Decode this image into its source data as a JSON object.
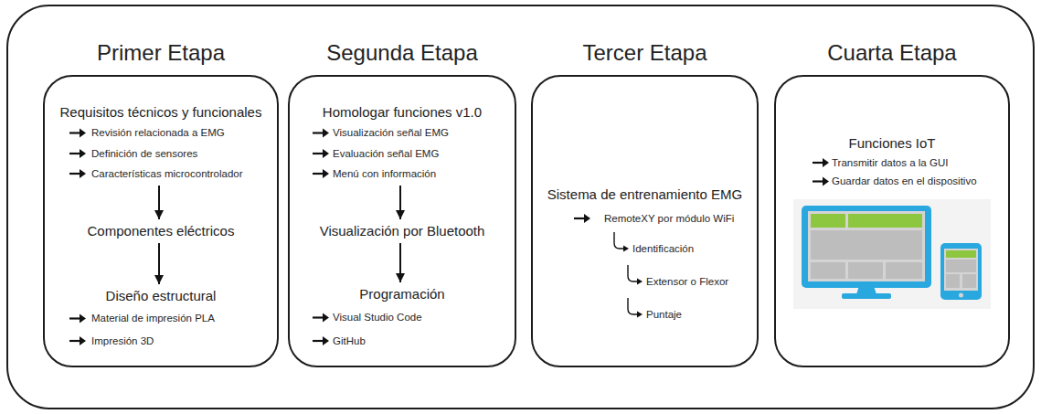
{
  "diagram": {
    "nodes": [
      {
        "text": [
          "Primer Etapa"
        ]
      },
      {
        "text": [
          "Requisitos técnicos y funcionales",
          "Revisión relacionada a EMG",
          "Definición de sensores",
          "Características microcontrolador"
        ],
        "in": 0
      },
      {
        "text": [
          "Componentes eléctricos"
        ],
        "in": 0
      },
      {
        "text": [
          "Diseño estructural",
          "Material de impresión PLA",
          "Impresión 3D"
        ],
        "in": 0
      },
      {
        "text": [
          "Segunda Etapa"
        ]
      },
      {
        "text": [
          "Homologar funciones v1.0",
          "Visualización señal EMG",
          "Evaluación señal EMG",
          "Menú con información"
        ],
        "in": 4
      },
      {
        "text": [
          "Visualización por Bluetooth"
        ],
        "in": 4
      },
      {
        "text": [
          "Programación",
          "Visual Studio Code",
          "GitHub"
        ],
        "in": 4
      },
      {
        "text": [
          "Tercer Etapa"
        ]
      },
      {
        "text": [
          "Sistema de entrenamiento EMG",
          "RemoteXY por módulo WiFi",
          "Identificación",
          "Extensor o Flexor",
          "Puntaje"
        ],
        "in": 8
      },
      {
        "text": [
          "Cuarta Etapa"
        ]
      },
      {
        "text": [
          "Funciones IoT",
          "Transmitir datos a la GUI",
          "Guardar datos en el dispositivo"
        ],
        "in": 10
      }
    ],
    "edges": [
      {
        "from": 1,
        "to": 2,
        "arrow": "to"
      },
      {
        "from": 2,
        "to": 3,
        "arrow": "to"
      },
      {
        "from": 5,
        "to": 6,
        "arrow": "to"
      },
      {
        "from": 6,
        "to": 7,
        "arrow": "to"
      }
    ]
  }
}
